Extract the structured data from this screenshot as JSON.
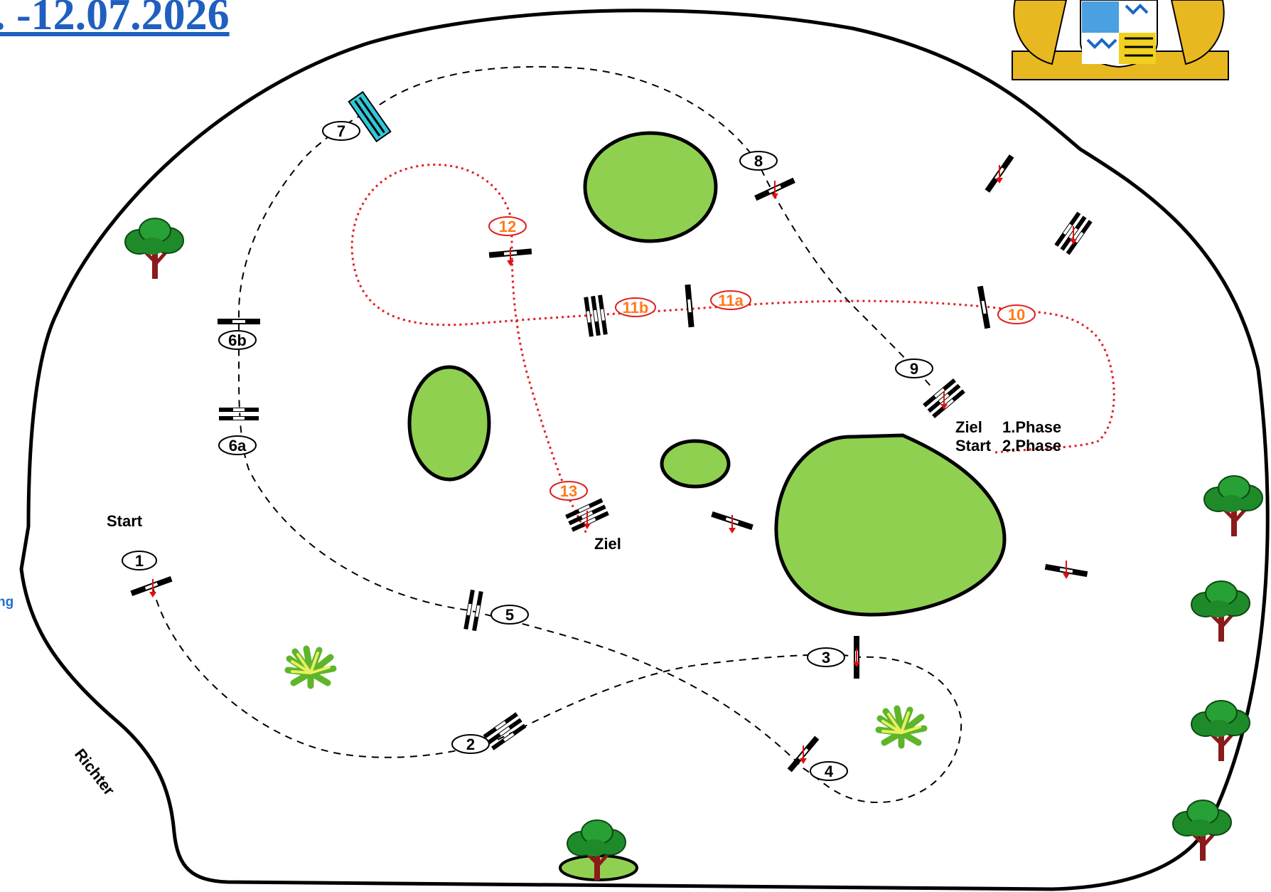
{
  "header": {
    "title": ". -12.07.2026"
  },
  "side_note": "ng",
  "colors": {
    "ground": "#90d050",
    "outline": "#000000",
    "route_first": "#000000",
    "route_second": "#e02020",
    "second_phase_numbers": "#ff7a1a",
    "title": "#1f5fbf",
    "water_jump": "#30c8d8"
  },
  "icons": [
    "coat-of-arms",
    "tree-icon",
    "shrub-icon",
    "obstacle-icon",
    "water-jump-icon",
    "direction-arrow-icon"
  ],
  "labels": {
    "start": "Start",
    "finish": "Ziel",
    "finish_phase1": "Ziel",
    "phase1": "1.Phase",
    "start_phase2": "Start",
    "phase2": "2.Phase",
    "judge": "Richter"
  },
  "obstacles": {
    "first_phase": [
      "1",
      "2",
      "3",
      "4",
      "5",
      "6a",
      "6b",
      "7",
      "8",
      "9"
    ],
    "second_phase": [
      "10",
      "11a",
      "11b",
      "12",
      "13"
    ]
  }
}
